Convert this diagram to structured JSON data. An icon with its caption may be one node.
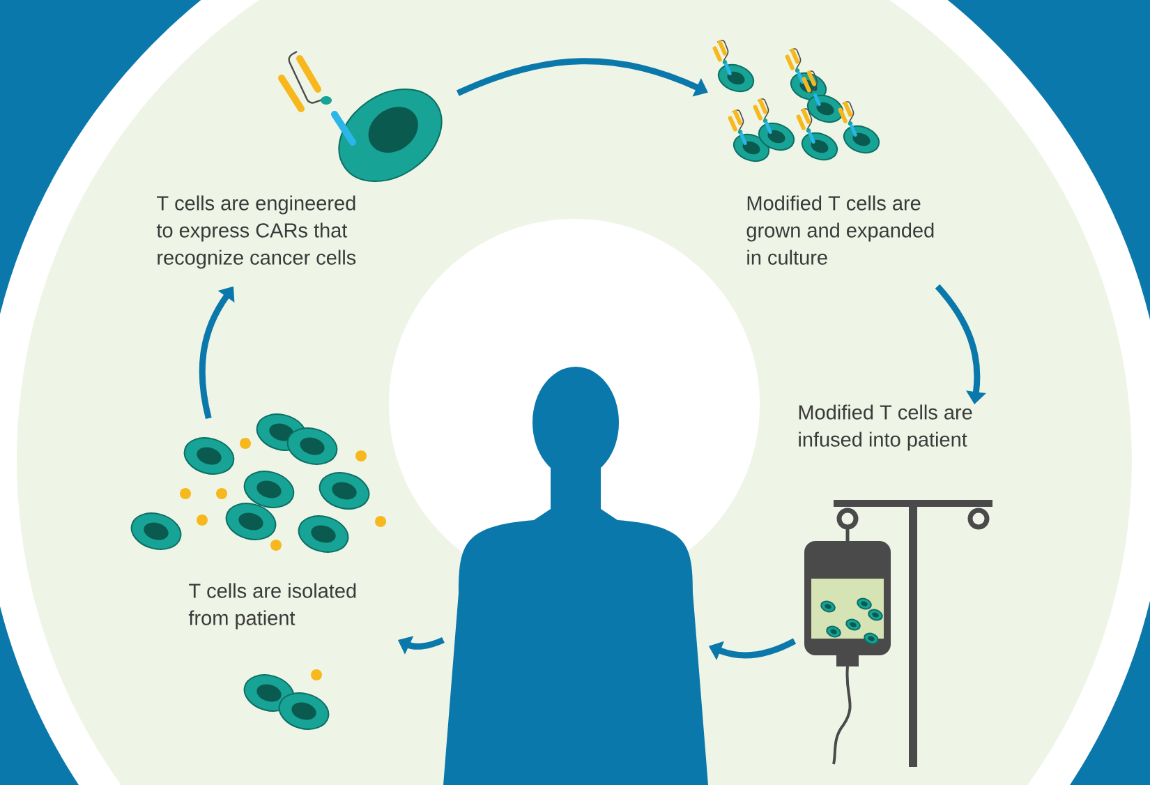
{
  "diagram": {
    "nodes": [
      {
        "text": [
          "T cells are engineered to express CARs that recognize cancer cells"
        ]
      },
      {
        "text": [
          "Modified T cells are grown and expanded in culture"
        ]
      },
      {
        "text": [
          "Modified T cells are infused into patient"
        ]
      },
      {
        "text": [],
        "shape": "person"
      },
      {
        "text": [
          "T cells are isolated from patient"
        ]
      }
    ],
    "edges": [
      {
        "from": 0,
        "to": 1,
        "arrow": "to"
      },
      {
        "from": 1,
        "to": 2,
        "arrow": "to"
      },
      {
        "from": 2,
        "to": 3,
        "arrow": "to"
      },
      {
        "from": 3,
        "to": 4,
        "arrow": "to"
      },
      {
        "from": 4,
        "to": 0,
        "arrow": "to"
      }
    ]
  }
}
